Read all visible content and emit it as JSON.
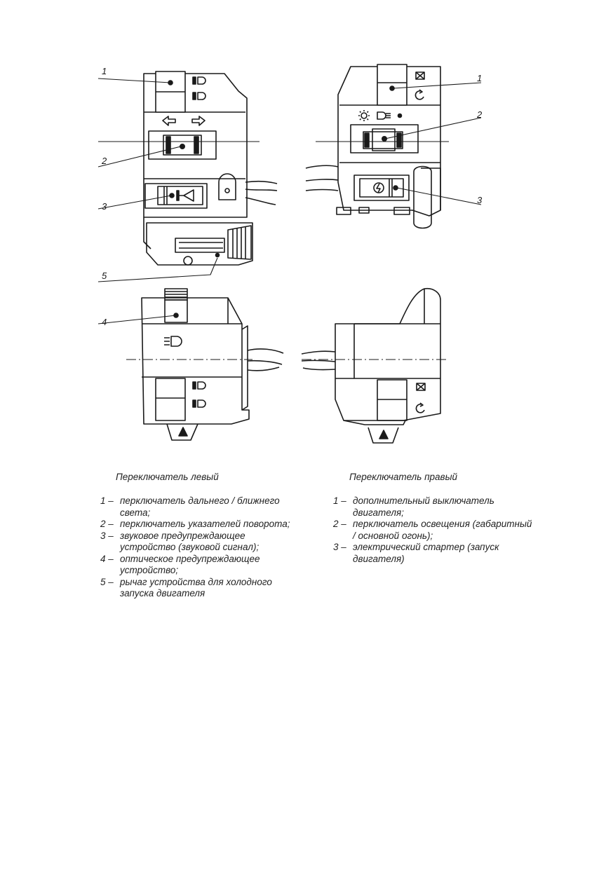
{
  "callouts": {
    "left_top_1": "1",
    "left_top_2": "2",
    "left_top_3": "3",
    "left_top_5": "5",
    "left_bottom_4": "4",
    "right_top_1": "1",
    "right_top_2": "2",
    "right_top_3": "3"
  },
  "left_switch": {
    "title": "Переключатель левый",
    "items": [
      {
        "num": "1 –",
        "text": "перключатель дальнего / ближнего света;"
      },
      {
        "num": "2 –",
        "text": "перключатель указателей поворота;"
      },
      {
        "num": "3 –",
        "text": "звуковое предупреждающее устройство (звуковой сигнал);"
      },
      {
        "num": "4 –",
        "text": "оптическое предупреждающее устройство;"
      },
      {
        "num": "5 –",
        "text": "рычаг устройства для холодного запуска двигателя"
      }
    ]
  },
  "right_switch": {
    "title": "Переключатель правый",
    "items": [
      {
        "num": "1 –",
        "text": "дополнительный выключатель двигателя;"
      },
      {
        "num": "2 –",
        "text": "перключатель освещения (габаритный / основной огонь);"
      },
      {
        "num": "3 –",
        "text": "электрический стартер (запуск двигателя)"
      }
    ]
  },
  "colors": {
    "line": "#1a1a1a",
    "background": "#ffffff"
  }
}
